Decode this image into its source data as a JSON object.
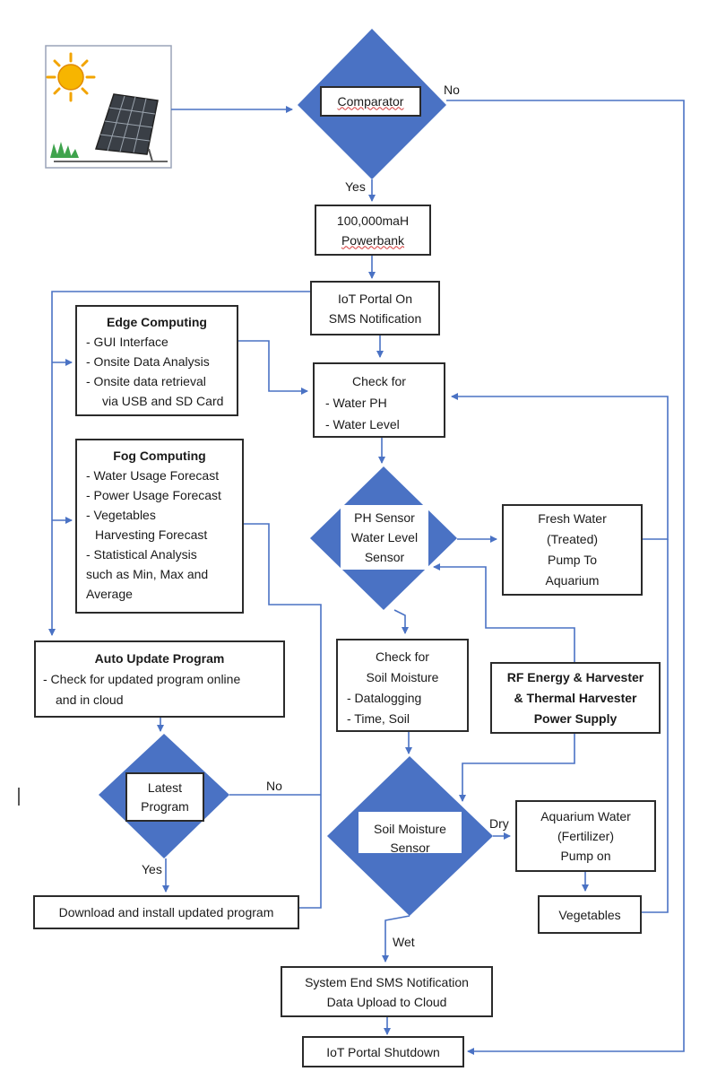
{
  "colors": {
    "diamond": "#4a72c4",
    "arrow": "#4a72c4",
    "box_border": "#2b2b2b",
    "spell_underline": "#d63a3a"
  },
  "solar_panel_icon": "sun-and-solar-panel",
  "comparator": "Comparator",
  "powerbank": [
    "100,000maH",
    "Powerbank"
  ],
  "iot_portal_on": [
    "IoT Portal On",
    "SMS Notification"
  ],
  "edge": {
    "title": "Edge Computing",
    "items": [
      "- GUI Interface",
      "- Onsite Data Analysis",
      "- Onsite data retrieval",
      "via USB and SD Card"
    ]
  },
  "fog": {
    "title": "Fog Computing",
    "items": [
      "- Water Usage Forecast",
      "- Power Usage Forecast",
      "- Vegetables",
      "Harvesting Forecast",
      "- Statistical Analysis",
      "such as Min, Max and",
      "Average"
    ]
  },
  "check_ph": [
    "Check for",
    "- Water PH",
    "- Water Level"
  ],
  "ph_sensor": [
    "PH Sensor",
    "Water Level",
    "Sensor"
  ],
  "fresh_water": [
    "Fresh Water",
    "(Treated)",
    "Pump To",
    "Aquarium"
  ],
  "auto_update": {
    "title": "Auto Update Program",
    "lines": [
      "- Check for updated program online",
      "and in cloud"
    ]
  },
  "check_soil": [
    "Check for",
    "Soil Moisture",
    "- Datalogging",
    "- Time, Soil"
  ],
  "rf_energy": [
    "RF Energy & Harvester",
    "& Thermal Harvester",
    "Power Supply"
  ],
  "latest_program": [
    "Latest",
    "Program"
  ],
  "soil_sensor": [
    "Soil Moisture",
    "Sensor"
  ],
  "aquarium_water": [
    "Aquarium Water",
    "(Fertilizer)",
    "Pump on"
  ],
  "vegetables": "Vegetables",
  "download_install": "Download and install updated program",
  "system_end": [
    "System End SMS Notification",
    "Data Upload to Cloud"
  ],
  "iot_shutdown": "IoT Portal Shutdown",
  "labels": {
    "yes": "Yes",
    "no": "No",
    "dry": "Dry",
    "wet": "Wet"
  }
}
